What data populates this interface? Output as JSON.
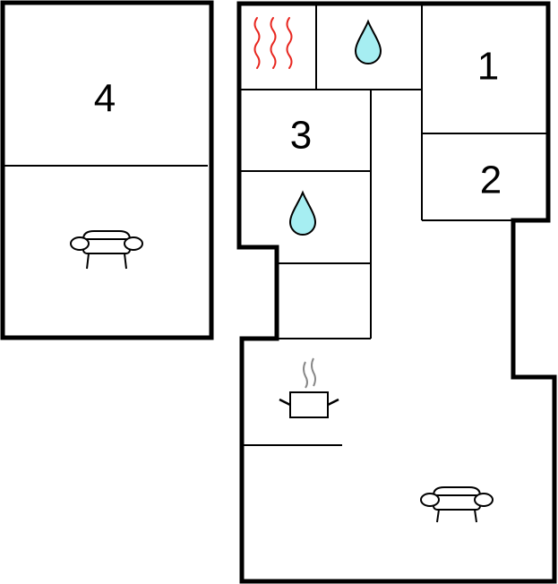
{
  "rooms": {
    "room_1": {
      "label": "1"
    },
    "room_2": {
      "label": "2"
    },
    "room_3": {
      "label": "3"
    },
    "room_4": {
      "label": "4"
    }
  },
  "icons": {
    "sauna": "sauna-heat-icon",
    "bathroom_top": "water-drop-icon",
    "bathroom_mid": "water-drop-icon",
    "kitchen": "cooking-pot-icon",
    "living_left": "sofa-icon",
    "living_right": "sofa-icon"
  },
  "colors": {
    "wall": "#000000",
    "water_fill": "#a6eef2",
    "heat": "#e8261f",
    "steam": "#888888"
  }
}
